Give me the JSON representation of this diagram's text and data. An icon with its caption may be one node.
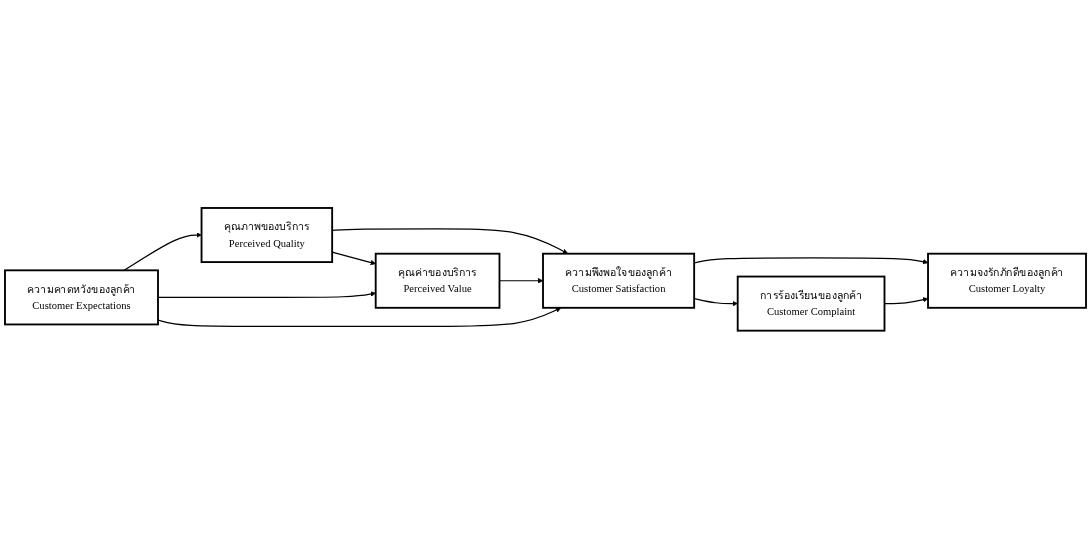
{
  "diagram": {
    "nodes": [
      {
        "text": [
          "คุณภาพของบริการ",
          "Perceived Quality"
        ]
      },
      {
        "text": [
          "การร้องเรียนของลูกค้า",
          "Customer Complaint"
        ]
      },
      {
        "text": [
          "คุณค่าของบริการ",
          "Perceived Value"
        ]
      },
      {
        "text": [
          "ความพึงพอใจของลูกค้า",
          "Customer Satisfaction"
        ]
      },
      {
        "text": [
          "ความคาดหวังของลูกค้า",
          "Customer Expectations"
        ]
      },
      {
        "text": [
          "ความจงรักภักดีของลูกค้า",
          "Customer Loyalty"
        ]
      }
    ],
    "edges": [
      {
        "from": 0,
        "to": 2,
        "arrow": "to"
      },
      {
        "from": 0,
        "to": 3,
        "arrow": "to"
      },
      {
        "from": 2,
        "to": 3,
        "arrow": "to"
      },
      {
        "from": 4,
        "to": 0,
        "arrow": "to"
      },
      {
        "from": 4,
        "to": 2,
        "arrow": "to"
      },
      {
        "from": 4,
        "to": 3,
        "arrow": "to"
      },
      {
        "from": 3,
        "to": 1,
        "arrow": "to"
      },
      {
        "from": 3,
        "to": 5,
        "arrow": "to"
      },
      {
        "from": 1,
        "to": 5,
        "arrow": "to"
      }
    ]
  }
}
